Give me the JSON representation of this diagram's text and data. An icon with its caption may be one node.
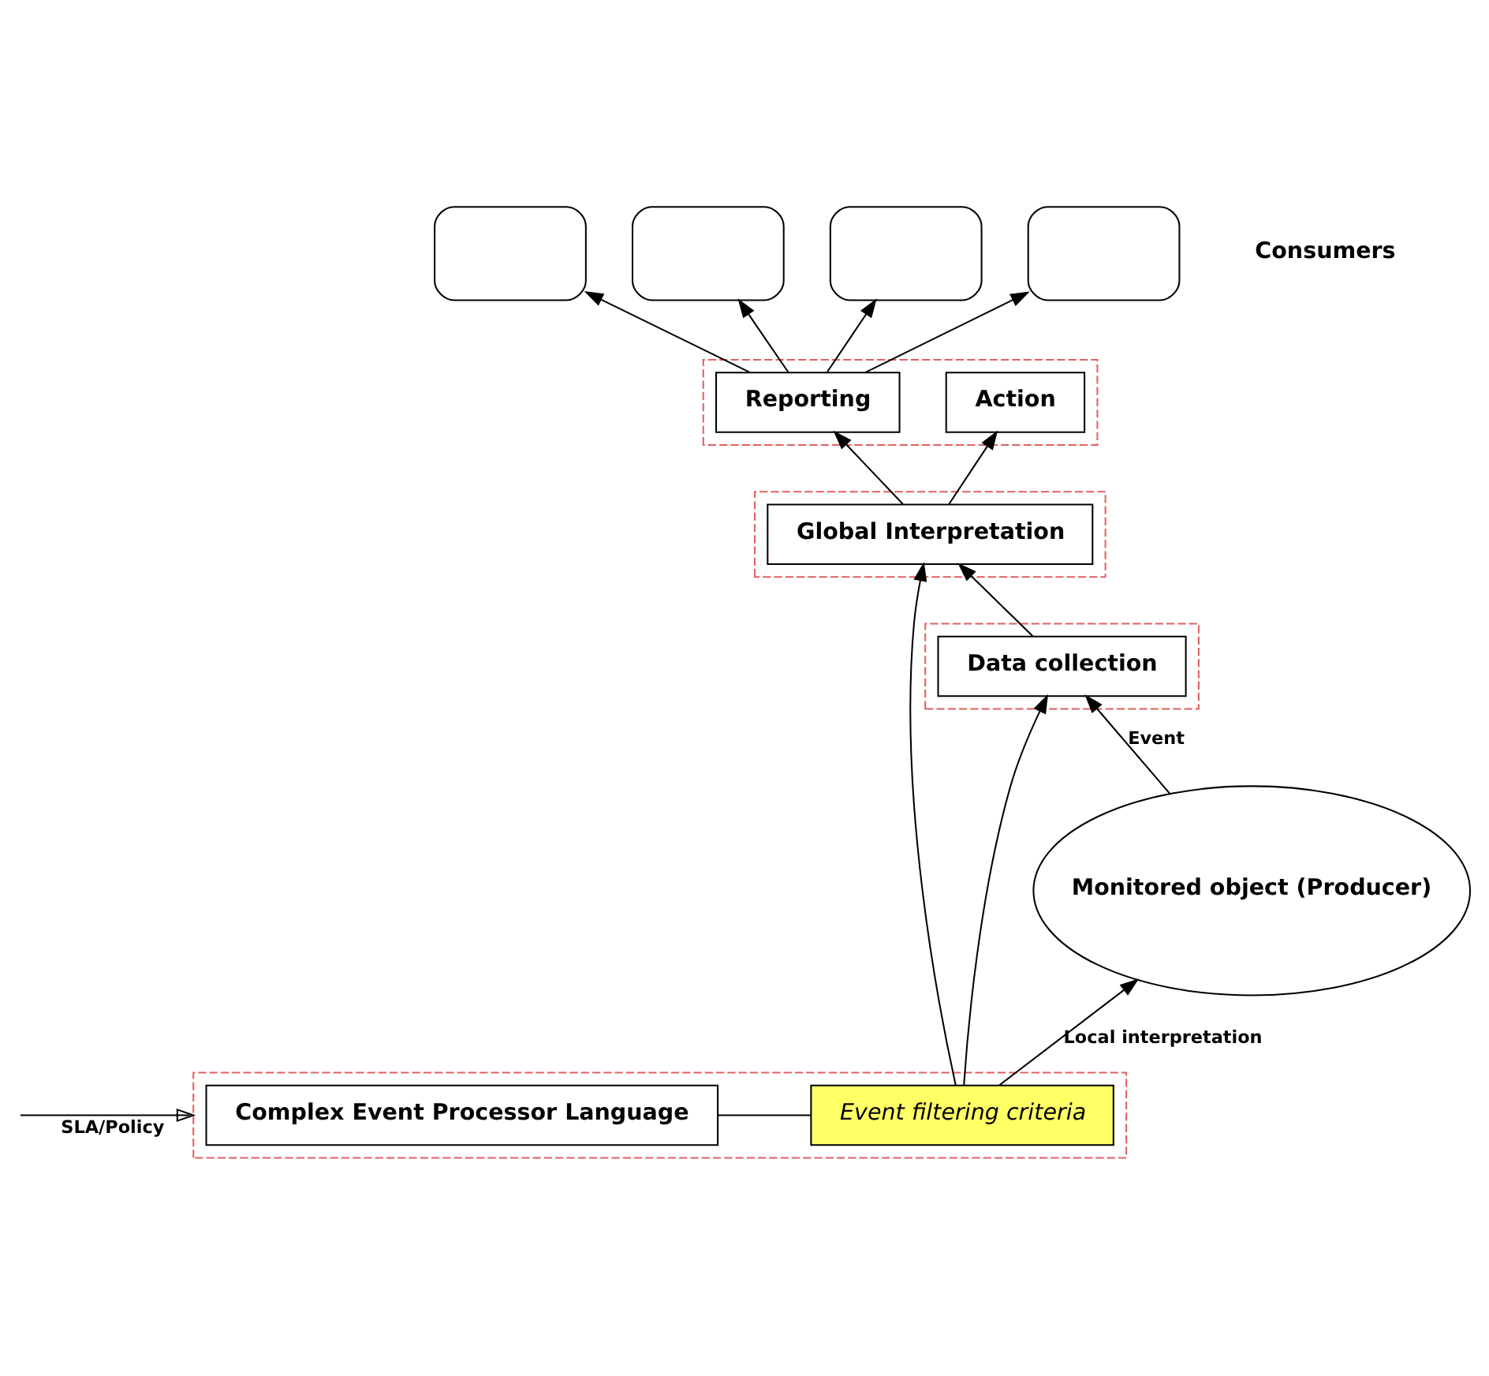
{
  "diagram": {
    "nodes": [
      {
        "text": [],
        "shape": "box"
      },
      {
        "text": [
          "Complex Event Processor Language"
        ],
        "in": 0
      },
      {
        "text": [
          "Event filtering criteria"
        ],
        "in": 0
      },
      {
        "text": [],
        "shape": "box"
      },
      {
        "text": [
          "Reporting"
        ],
        "in": 3
      },
      {
        "text": [
          "Action"
        ],
        "in": 3
      },
      {
        "text": [],
        "shape": "box"
      },
      {
        "text": [
          "Global Interpretation"
        ],
        "in": 6
      },
      {
        "text": [],
        "shape": "box"
      },
      {
        "text": [
          "Data collection"
        ],
        "in": 8
      },
      {
        "text": [
          "Monitored object (Producer)"
        ]
      },
      {
        "text": [],
        "shape": "box"
      },
      {
        "text": [],
        "shape": "box"
      },
      {
        "text": [],
        "shape": "box"
      },
      {
        "text": [],
        "shape": "box"
      }
    ],
    "edges": [
      {
        "from": null,
        "to": 0,
        "arrow": "to",
        "label": "SLA/Policy"
      },
      {
        "from": 1,
        "to": 2,
        "arrow": "none"
      },
      {
        "from": 2,
        "to": 7,
        "arrow": "to"
      },
      {
        "from": 2,
        "to": 9,
        "arrow": "to"
      },
      {
        "from": 2,
        "to": 10,
        "arrow": "to",
        "label": "Local interpretation"
      },
      {
        "from": 10,
        "to": 9,
        "arrow": "to",
        "label": "Event"
      },
      {
        "from": 9,
        "to": 7,
        "arrow": "to"
      },
      {
        "from": 7,
        "to": 4,
        "arrow": "to"
      },
      {
        "from": 7,
        "to": 5,
        "arrow": "to"
      },
      {
        "from": 4,
        "to": 11,
        "arrow": "to"
      },
      {
        "from": 4,
        "to": 12,
        "arrow": "to"
      },
      {
        "from": 4,
        "to": 13,
        "arrow": "to"
      },
      {
        "from": 4,
        "to": 14,
        "arrow": "to"
      }
    ],
    "labels": [
      "Consumers"
    ]
  }
}
